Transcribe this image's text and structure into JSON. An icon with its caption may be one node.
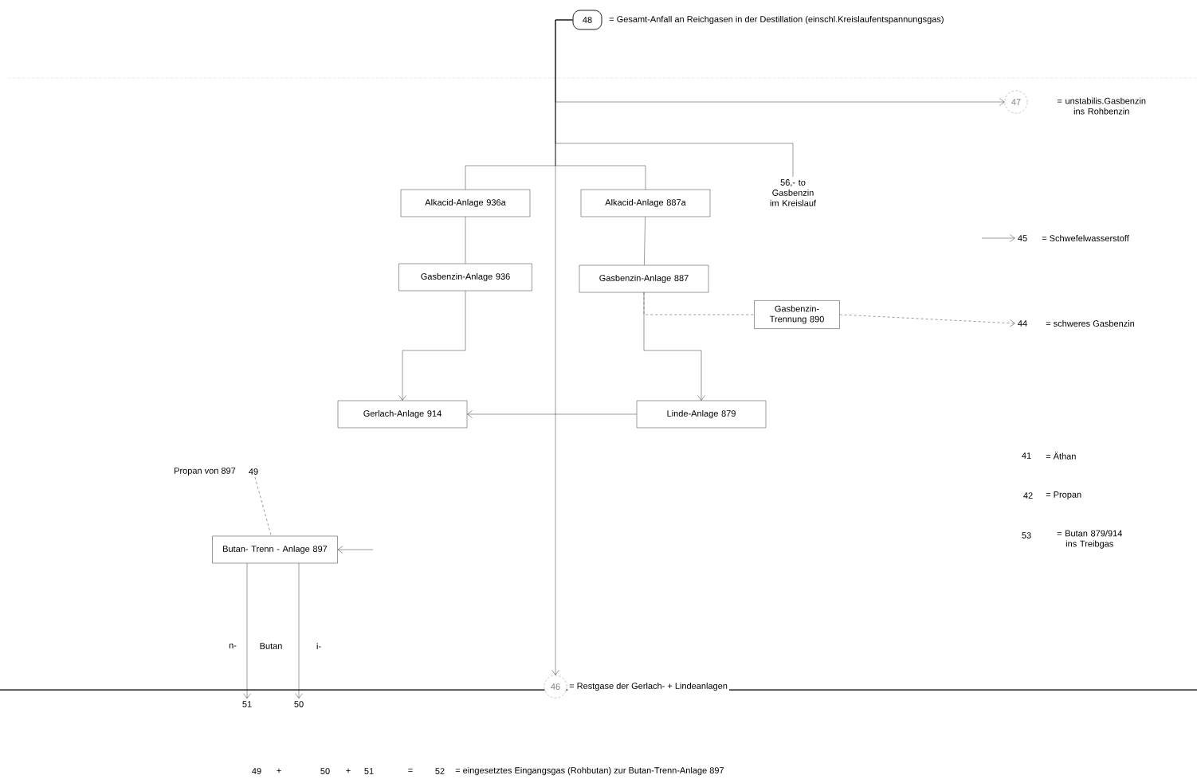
{
  "diagram": {
    "nodes": [
      {
        "text": [
          "48"
        ],
        "beside": [
          "= Gesamt-Anfall an Reichgasen in der Destillation (einschl.Kreislaufentspannungsgas)"
        ]
      },
      {
        "text": [
          "47"
        ],
        "beside": [
          "= unstabilis.Gasbenzin ins Rohbenzin"
        ]
      },
      {
        "text": [
          "Alkacid-Anlage 936a"
        ]
      },
      {
        "text": [
          "Alkacid-Anlage 887a"
        ]
      },
      {
        "text": [
          "56,- to Gasbenzin im Kreislauf"
        ]
      },
      {
        "text": [
          "45"
        ],
        "beside": [
          "= Schwefelwasserstoff"
        ]
      },
      {
        "text": [
          "Gasbenzin-Anlage 936"
        ]
      },
      {
        "text": [
          "Gasbenzin-Anlage 887"
        ]
      },
      {
        "text": [
          "Gasbenzin-Trennung 890"
        ]
      },
      {
        "text": [
          "44"
        ],
        "beside": [
          "= schweres Gasbenzin"
        ]
      },
      {
        "text": [
          "Gerlach-Anlage 914"
        ]
      },
      {
        "text": [
          "Linde-Anlage 879"
        ]
      },
      {
        "text": [
          "41"
        ],
        "beside": [
          "= Äthan"
        ]
      },
      {
        "text": [
          "42"
        ],
        "beside": [
          "= Propan"
        ]
      },
      {
        "text": [
          "53"
        ],
        "beside": [
          "= Butan 879/914 ins Treibgas"
        ]
      },
      {
        "text": [
          "49"
        ],
        "beside": [
          "Propan von 897"
        ]
      },
      {
        "text": [
          "Butan- Trenn - Anlage 897"
        ]
      },
      {
        "text": [
          "51"
        ]
      },
      {
        "text": [
          "50"
        ]
      },
      {
        "text": [
          "46"
        ],
        "beside": [
          "= Restgase der Gerlach- + Lindeanlagen"
        ]
      }
    ],
    "edges": [
      {
        "from": 0,
        "to": 19,
        "arrow": "to"
      },
      {
        "from": 0,
        "to": 1,
        "arrow": "to"
      },
      {
        "from": 0,
        "to": 4,
        "arrow": "none"
      },
      {
        "from": 0,
        "to": 2,
        "arrow": "none"
      },
      {
        "from": 0,
        "to": 3,
        "arrow": "none"
      },
      {
        "from": 2,
        "to": 6,
        "arrow": "none"
      },
      {
        "from": 3,
        "to": 7,
        "arrow": "none"
      },
      {
        "from": 7,
        "to": 8,
        "arrow": "none",
        "style": "dashed"
      },
      {
        "from": 7,
        "to": 11,
        "arrow": "to"
      },
      {
        "from": 6,
        "to": 10,
        "arrow": "to"
      },
      {
        "from": 11,
        "to": 10,
        "arrow": "to"
      },
      {
        "from": 8,
        "to": 9,
        "arrow": "to",
        "style": "dashed"
      },
      {
        "from": null,
        "to": 5,
        "arrow": "to"
      },
      {
        "from": 15,
        "to": 16,
        "arrow": "none",
        "style": "dashed"
      },
      {
        "from": null,
        "to": 16,
        "arrow": "to"
      },
      {
        "from": 16,
        "to": 17,
        "arrow": "to"
      },
      {
        "from": 16,
        "to": 18,
        "arrow": "to"
      }
    ],
    "labels": [
      "n-",
      "Butan",
      "i-",
      "49",
      "+",
      "50",
      "+",
      "51",
      "=",
      "52",
      "= eingesetztes Eingangsgas (Rohbutan) zur Butan-Trenn-Anlage 897"
    ]
  }
}
